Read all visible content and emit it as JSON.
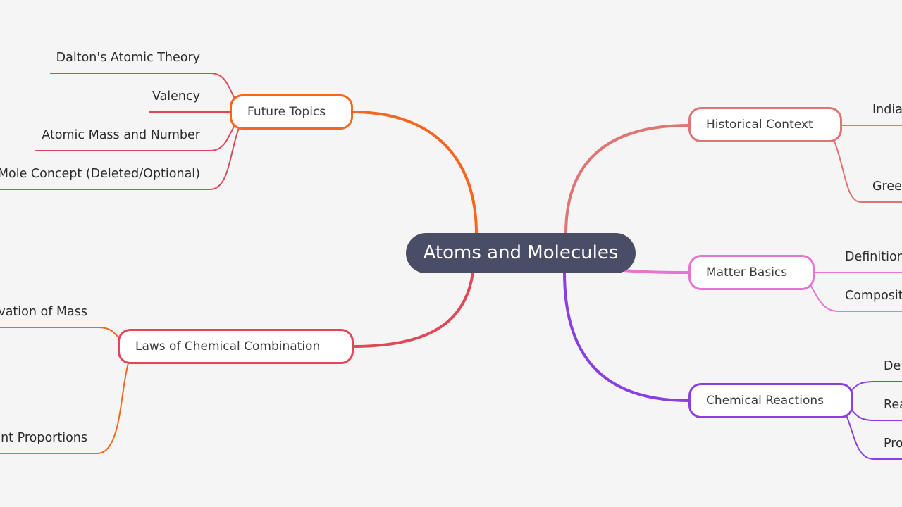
{
  "root": {
    "label": "Atoms and Molecules"
  },
  "colors": {
    "background": "#f5f5f5",
    "root": "#4a4d66",
    "future_topics": "#f5661e",
    "laws": "#e0485a",
    "historical": "#de7574",
    "matter": "#e575d1",
    "reactions": "#8a3fe0"
  },
  "branches": {
    "future_topics": {
      "label": "Future Topics",
      "children": [
        "Dalton's Atomic Theory",
        "Valency",
        "Atomic Mass and Number",
        "Mole Concept (Deleted/Optional)"
      ]
    },
    "laws": {
      "label": "Laws of Chemical Combination",
      "children": [
        "vation of Mass",
        "nt Proportions"
      ]
    },
    "historical": {
      "label": "Historical Context",
      "children": [
        "India",
        "Gree"
      ]
    },
    "matter": {
      "label": "Matter Basics",
      "children": [
        "Definition",
        "Composit"
      ]
    },
    "reactions": {
      "label": "Chemical Reactions",
      "children": [
        "Def",
        "Rea",
        "Pro"
      ]
    }
  }
}
